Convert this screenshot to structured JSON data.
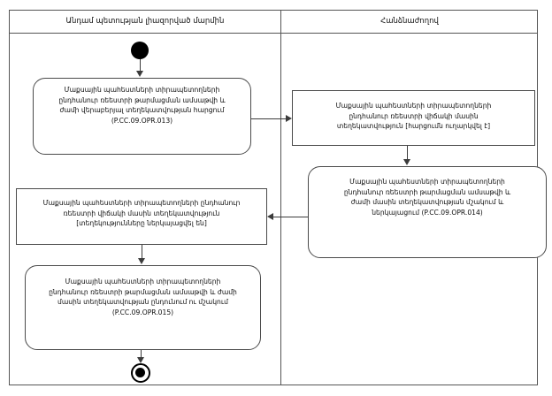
{
  "diagram": {
    "type": "uml-activity-diagram",
    "lanes": [
      {
        "id": "member-state",
        "title": "Անդամ պետության լիազորված մարմին"
      },
      {
        "id": "commission",
        "title": "Հանձնաժողով"
      }
    ],
    "nodes": {
      "initial": {
        "name": "initial-node",
        "shape": "filled-circle",
        "lane": "member-state"
      },
      "request": {
        "label": "Մաքսային պահեստների տիրապետողների\nընդհանուր ռեեստրի թարմացման ամսաթվի և\nժամի վերաբերյալ տեղեկատվության հարցում\n(P.CC.09.OPR.013)",
        "code": "P.CC.09.OPR.013",
        "shape": "rounded-rectangle",
        "lane": "member-state"
      },
      "commission_in": {
        "label": "Մաքսային պահեստների տիրապետողների\nընդհանուր ռեեստրի վիճակի մասին\nտեղեկատվություն [հարցումն ուղարկվել է]",
        "state": "հարցումն ուղարկվել է",
        "shape": "rectangle",
        "lane": "commission"
      },
      "commission_process": {
        "label": "Մաքսային պահեստների տիրապետողների\nընդհանուր ռեեստրի թարմացման ամսաթվի և\nժամի մասին տեղեկատվության մշակում և\nներկայացում (P.CC.09.OPR.014)",
        "code": "P.CC.09.OPR.014",
        "shape": "rounded-rectangle",
        "lane": "commission"
      },
      "member_state_in": {
        "label": "Մաքսային պահեստների տիրապետողների  ընդհանուր\nռեեստրի վիճակի մասին տեղեկատվություն\n[տեղեկությունները ներկայացվել են]",
        "state": "տեղեկությունները ներկայացվել են",
        "shape": "rectangle",
        "lane": "member-state"
      },
      "member_accept": {
        "label": "Մաքսային պահեստների տիրապետողների\nընդհանուր ռեեստրի թարմացման ամսաթվի և ժամի\nմասին տեղեկատվության ընդունում ու մշակում\n(P.CC.09.OPR.015)",
        "code": "P.CC.09.OPR.015",
        "shape": "rounded-rectangle",
        "lane": "member-state"
      },
      "final": {
        "name": "final-node",
        "shape": "bullseye",
        "lane": "member-state"
      }
    },
    "edges": [
      {
        "from": "initial",
        "to": "request",
        "direction": "down"
      },
      {
        "from": "request",
        "to": "commission_in",
        "direction": "right"
      },
      {
        "from": "commission_in",
        "to": "commission_process",
        "direction": "down"
      },
      {
        "from": "commission_process",
        "to": "member_state_in",
        "direction": "left"
      },
      {
        "from": "member_state_in",
        "to": "member_accept",
        "direction": "down"
      },
      {
        "from": "member_accept",
        "to": "final",
        "direction": "down"
      }
    ],
    "colors": {
      "background": "#ffffff",
      "frame": "#555555",
      "node_border": "#4a4a4a",
      "edge": "#3b3b3b",
      "text": "#0d0d0d"
    }
  }
}
